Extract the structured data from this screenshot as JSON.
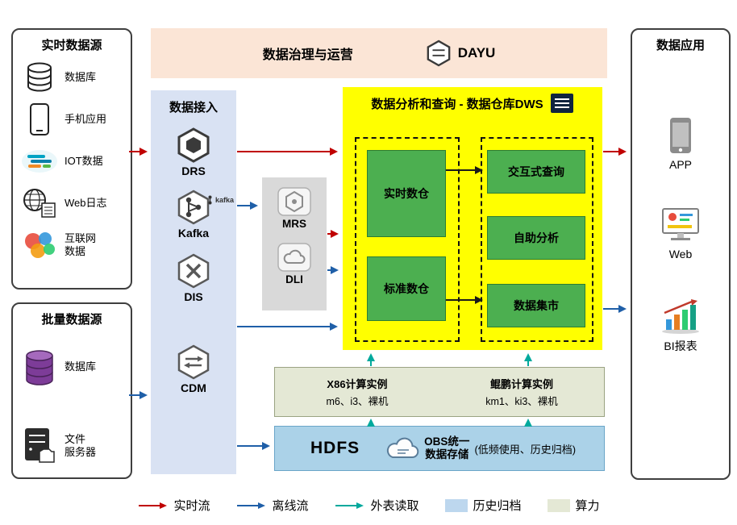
{
  "colors": {
    "realtime_flow": "#C00000",
    "offline_flow": "#1F5FA8",
    "external_read": "#00A99D",
    "history_archive": "#BDD7EE",
    "compute_power": "#E4E8D5",
    "dws_background": "#FFFF00",
    "module_green": "#4CAF50",
    "ingestion_background": "#D9E2F3",
    "governance_background": "#FBE5D6"
  },
  "realtime_sources": {
    "title": "实时数据源",
    "items": [
      {
        "label": "数据库",
        "icon": "database-icon"
      },
      {
        "label": "手机应用",
        "icon": "mobile-app-icon"
      },
      {
        "label": "IOT数据",
        "icon": "iot-icon"
      },
      {
        "label": "Web日志",
        "icon": "web-log-icon"
      },
      {
        "label": "互联网\n数据",
        "icon": "internet-data-icon"
      }
    ]
  },
  "batch_sources": {
    "title": "批量数据源",
    "items": [
      {
        "label": "数据库",
        "icon": "database-purple-icon"
      },
      {
        "label": "文件\n服务器",
        "icon": "file-server-icon"
      }
    ]
  },
  "governance": {
    "title": "数据治理与运营",
    "product": "DAYU"
  },
  "ingestion": {
    "title": "数据接入",
    "services": [
      {
        "name": "DRS"
      },
      {
        "name": "Kafka",
        "badge": "kafka"
      },
      {
        "name": "DIS"
      },
      {
        "name": "CDM"
      }
    ]
  },
  "processing": {
    "services": [
      {
        "name": "MRS"
      },
      {
        "name": "DLI"
      }
    ]
  },
  "dws": {
    "title": "数据分析和查询 - 数据仓库DWS",
    "warehouses": [
      "实时数仓",
      "标准数仓"
    ],
    "services": [
      "交互式查询",
      "自助分析",
      "数据集市"
    ]
  },
  "compute": {
    "x86_title": "X86计算实例",
    "x86_models": "m6、i3、裸机",
    "kunpeng_title": "鲲鹏计算实例",
    "kunpeng_models": "km1、ki3、裸机"
  },
  "storage": {
    "hdfs": "HDFS",
    "obs": "OBS统一\n数据存储",
    "note": "(低频使用、历史归档)"
  },
  "applications": {
    "title": "数据应用",
    "items": [
      {
        "label": "APP",
        "icon": "app-icon"
      },
      {
        "label": "Web",
        "icon": "web-icon"
      },
      {
        "label": "BI报表",
        "icon": "bi-report-icon"
      }
    ]
  },
  "legend": {
    "realtime": "实时流",
    "offline": "离线流",
    "external": "外表读取",
    "archive": "历史归档",
    "compute": "算力"
  }
}
